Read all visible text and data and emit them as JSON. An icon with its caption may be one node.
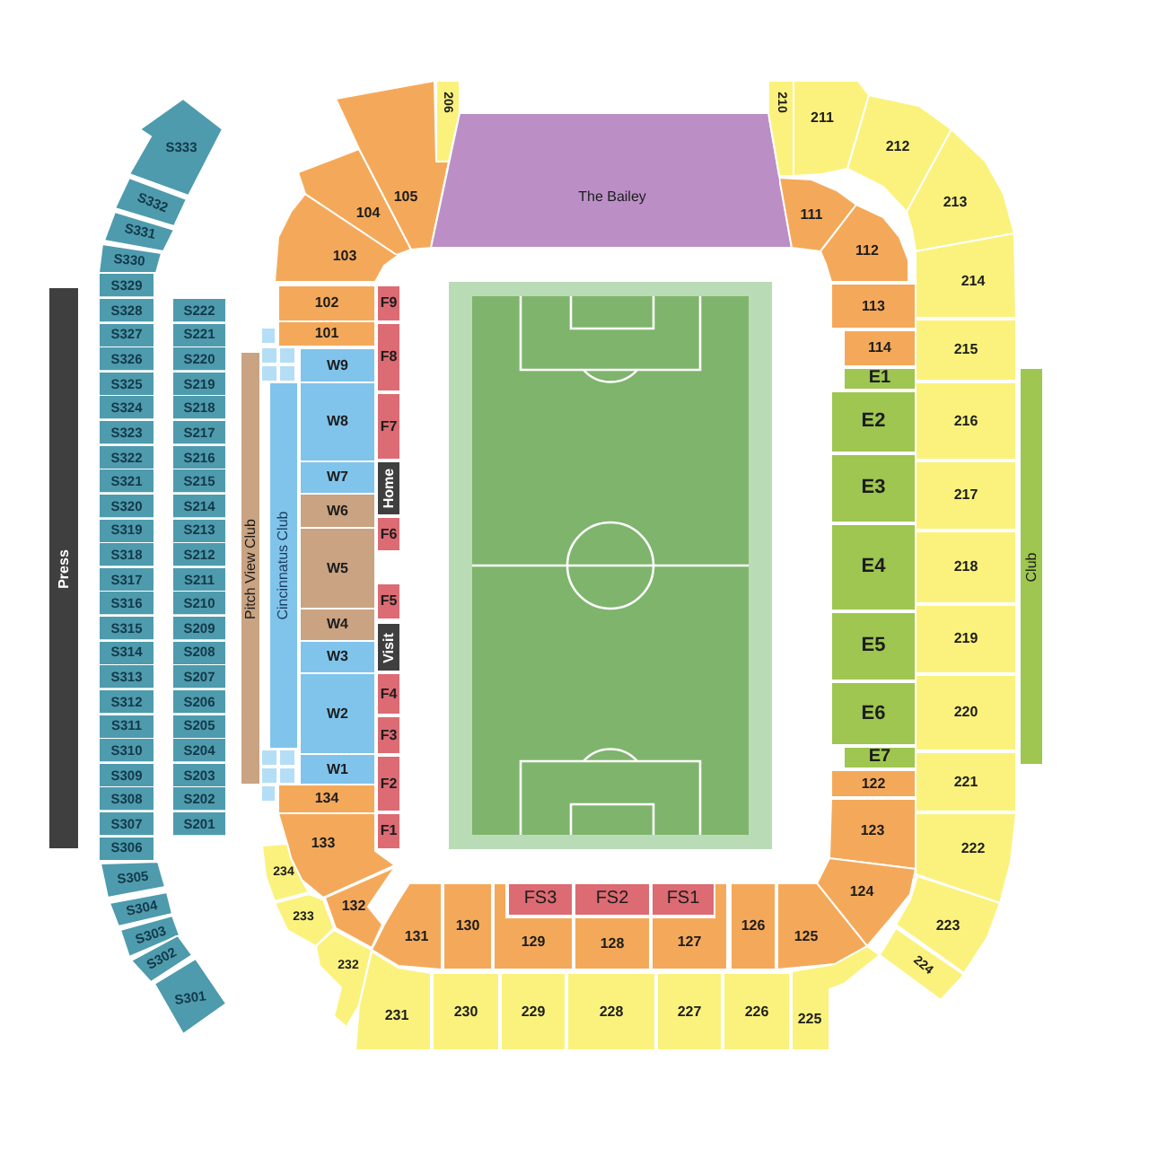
{
  "diagram": {
    "nodes": [
      {
        "text": [
          "S333"
        ]
      },
      {
        "text": [
          "S332"
        ]
      },
      {
        "text": [
          "S331"
        ]
      },
      {
        "text": [
          "S330"
        ]
      },
      {
        "text": [
          "S329"
        ]
      },
      {
        "text": [
          "S328"
        ]
      },
      {
        "text": [
          "S327"
        ]
      },
      {
        "text": [
          "S326"
        ]
      },
      {
        "text": [
          "S325"
        ]
      },
      {
        "text": [
          "S324"
        ]
      },
      {
        "text": [
          "S323"
        ]
      },
      {
        "text": [
          "S322"
        ]
      },
      {
        "text": [
          "S321"
        ]
      },
      {
        "text": [
          "S320"
        ]
      },
      {
        "text": [
          "S319"
        ]
      },
      {
        "text": [
          "S318"
        ]
      },
      {
        "text": [
          "S317"
        ]
      },
      {
        "text": [
          "S316"
        ]
      },
      {
        "text": [
          "S315"
        ]
      },
      {
        "text": [
          "S314"
        ]
      },
      {
        "text": [
          "S313"
        ]
      },
      {
        "text": [
          "S312"
        ]
      },
      {
        "text": [
          "S311"
        ]
      },
      {
        "text": [
          "S310"
        ]
      },
      {
        "text": [
          "S309"
        ]
      },
      {
        "text": [
          "S308"
        ]
      },
      {
        "text": [
          "S307"
        ]
      },
      {
        "text": [
          "S306"
        ]
      },
      {
        "text": [
          "S305"
        ]
      },
      {
        "text": [
          "S304"
        ]
      },
      {
        "text": [
          "S303"
        ]
      },
      {
        "text": [
          "S302"
        ]
      },
      {
        "text": [
          "S301"
        ]
      },
      {
        "text": [
          "Press"
        ]
      },
      {
        "text": [
          "S222"
        ]
      },
      {
        "text": [
          "S221"
        ]
      },
      {
        "text": [
          "S220"
        ]
      },
      {
        "text": [
          "S219"
        ]
      },
      {
        "text": [
          "S218"
        ]
      },
      {
        "text": [
          "S217"
        ]
      },
      {
        "text": [
          "S216"
        ]
      },
      {
        "text": [
          "S215"
        ]
      },
      {
        "text": [
          "S214"
        ]
      },
      {
        "text": [
          "S213"
        ]
      },
      {
        "text": [
          "S212"
        ]
      },
      {
        "text": [
          "S211"
        ]
      },
      {
        "text": [
          "S210"
        ]
      },
      {
        "text": [
          "S209"
        ]
      },
      {
        "text": [
          "S208"
        ]
      },
      {
        "text": [
          "S207"
        ]
      },
      {
        "text": [
          "S206"
        ]
      },
      {
        "text": [
          "S205"
        ]
      },
      {
        "text": [
          "S204"
        ]
      },
      {
        "text": [
          "S203"
        ]
      },
      {
        "text": [
          "S202"
        ]
      },
      {
        "text": [
          "S201"
        ]
      },
      {
        "text": [
          "Pitch View Club"
        ]
      },
      {
        "text": [
          "Cincinnatus Club"
        ]
      },
      {
        "text": [],
        "shape": "box"
      },
      {
        "text": [],
        "shape": "box"
      },
      {
        "text": [],
        "shape": "box"
      },
      {
        "text": [],
        "shape": "box"
      },
      {
        "text": [],
        "shape": "box"
      },
      {
        "text": [],
        "shape": "box"
      },
      {
        "text": [],
        "shape": "box"
      },
      {
        "text": [],
        "shape": "box"
      },
      {
        "text": [],
        "shape": "box"
      },
      {
        "text": [],
        "shape": "box"
      },
      {
        "text": [
          "103"
        ]
      },
      {
        "text": [
          "104"
        ]
      },
      {
        "text": [
          "105"
        ]
      },
      {
        "text": [
          "206"
        ]
      },
      {
        "text": [
          "The Bailey"
        ]
      },
      {
        "text": [
          "210"
        ]
      },
      {
        "text": [
          "211"
        ]
      },
      {
        "text": [
          "212"
        ]
      },
      {
        "text": [
          "213"
        ]
      },
      {
        "text": [
          "111"
        ]
      },
      {
        "text": [
          "112"
        ]
      },
      {
        "text": [
          "102"
        ]
      },
      {
        "text": [
          "101"
        ]
      },
      {
        "text": [
          "W9"
        ]
      },
      {
        "text": [
          "W8"
        ]
      },
      {
        "text": [
          "W7"
        ]
      },
      {
        "text": [
          "W6"
        ]
      },
      {
        "text": [
          "W5"
        ]
      },
      {
        "text": [
          "W4"
        ]
      },
      {
        "text": [
          "W3"
        ]
      },
      {
        "text": [
          "W2"
        ]
      },
      {
        "text": [
          "W1"
        ]
      },
      {
        "text": [
          "134"
        ]
      },
      {
        "text": [
          "133"
        ]
      },
      {
        "text": [
          "F9"
        ]
      },
      {
        "text": [
          "F8"
        ]
      },
      {
        "text": [
          "F7"
        ]
      },
      {
        "text": [
          "Home"
        ]
      },
      {
        "text": [
          "F6"
        ]
      },
      {
        "text": [
          "F5"
        ]
      },
      {
        "text": [
          "Visit"
        ]
      },
      {
        "text": [
          "F4"
        ]
      },
      {
        "text": [
          "F3"
        ]
      },
      {
        "text": [
          "F2"
        ]
      },
      {
        "text": [
          "F1"
        ]
      },
      {
        "text": [
          "113"
        ]
      },
      {
        "text": [
          "114"
        ]
      },
      {
        "text": [
          "E1"
        ]
      },
      {
        "text": [
          "E2"
        ]
      },
      {
        "text": [
          "E3"
        ]
      },
      {
        "text": [
          "E4"
        ]
      },
      {
        "text": [
          "E5"
        ]
      },
      {
        "text": [
          "E6"
        ]
      },
      {
        "text": [
          "E7"
        ]
      },
      {
        "text": [
          "122"
        ]
      },
      {
        "text": [
          "123"
        ]
      },
      {
        "text": [
          "124"
        ]
      },
      {
        "text": [
          "214"
        ]
      },
      {
        "text": [
          "215"
        ]
      },
      {
        "text": [
          "216"
        ]
      },
      {
        "text": [
          "217"
        ]
      },
      {
        "text": [
          "218"
        ]
      },
      {
        "text": [
          "219"
        ]
      },
      {
        "text": [
          "220"
        ]
      },
      {
        "text": [
          "221"
        ]
      },
      {
        "text": [
          "222"
        ]
      },
      {
        "text": [
          "223"
        ]
      },
      {
        "text": [
          "224"
        ]
      },
      {
        "text": [
          "Club"
        ]
      },
      {
        "text": [
          "234"
        ]
      },
      {
        "text": [
          "233"
        ]
      },
      {
        "text": [
          "132"
        ]
      },
      {
        "text": [
          "131"
        ]
      },
      {
        "text": [
          "130"
        ]
      },
      {
        "text": [
          "FS3"
        ]
      },
      {
        "text": [
          "FS2"
        ]
      },
      {
        "text": [
          "FS1"
        ]
      },
      {
        "text": [
          "129"
        ]
      },
      {
        "text": [
          "128"
        ]
      },
      {
        "text": [
          "127"
        ]
      },
      {
        "text": [
          "126"
        ]
      },
      {
        "text": [
          "125"
        ]
      },
      {
        "text": [
          "232"
        ]
      },
      {
        "text": [
          "231"
        ]
      },
      {
        "text": [
          "230"
        ]
      },
      {
        "text": [
          "229"
        ]
      },
      {
        "text": [
          "228"
        ]
      },
      {
        "text": [
          "227"
        ]
      },
      {
        "text": [
          "226"
        ]
      },
      {
        "text": [
          "225"
        ]
      }
    ]
  }
}
